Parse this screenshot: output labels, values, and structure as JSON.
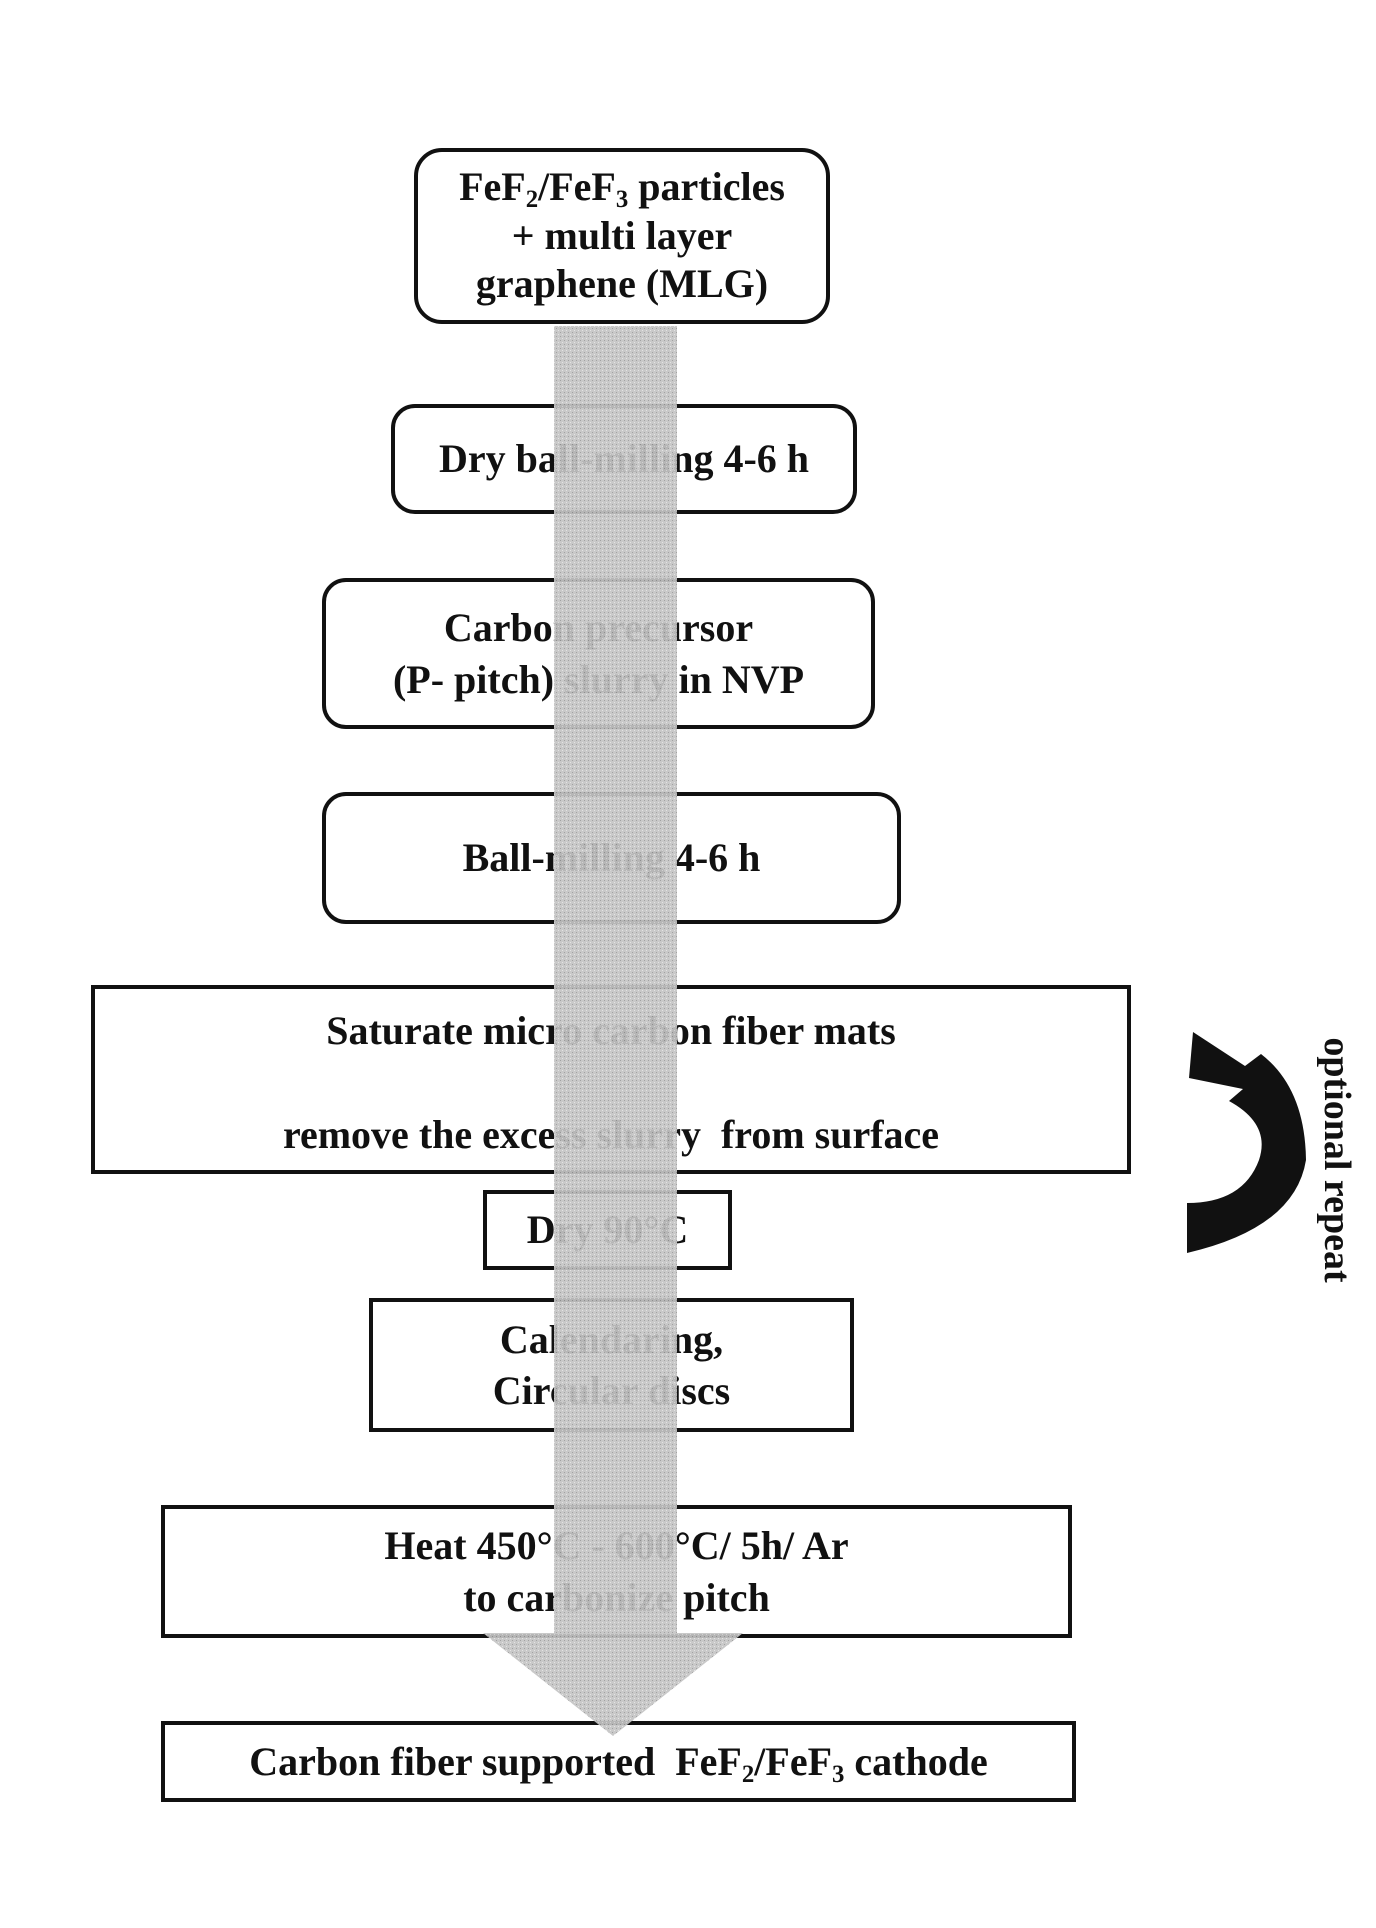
{
  "steps": [
    {
      "id": "start",
      "lines": [
        "FeF2/FeF3 particles",
        "+ multi layer",
        "graphene (MLG)"
      ]
    },
    {
      "id": "dry-ball-milling",
      "lines": [
        "Dry ball-milling 4-6 h"
      ]
    },
    {
      "id": "carbon-precursor",
      "lines": [
        "Carbon precursor",
        "(P- pitch) slurry in NVP"
      ]
    },
    {
      "id": "ball-milling",
      "lines": [
        "Ball-milling 4-6 h"
      ]
    },
    {
      "id": "saturate",
      "lines": [
        "Saturate micro carbon fiber mats",
        "remove the excess slurry  from surface"
      ]
    },
    {
      "id": "dry",
      "lines": [
        "Dry 90°C"
      ]
    },
    {
      "id": "calendaring",
      "lines": [
        "Calendaring,",
        "Circular discs"
      ]
    },
    {
      "id": "heat",
      "lines": [
        "Heat 450°C - 600°C/ 5h/ Ar",
        "to carbonize pitch"
      ]
    },
    {
      "id": "result",
      "lines": [
        "Carbon fiber supported  FeF2/FeF3 cathode"
      ]
    }
  ],
  "loop": {
    "label": "optional repeat"
  },
  "colors": {
    "border": "#111111",
    "flow_arrow": "#c4c4c4",
    "background": "#ffffff"
  }
}
